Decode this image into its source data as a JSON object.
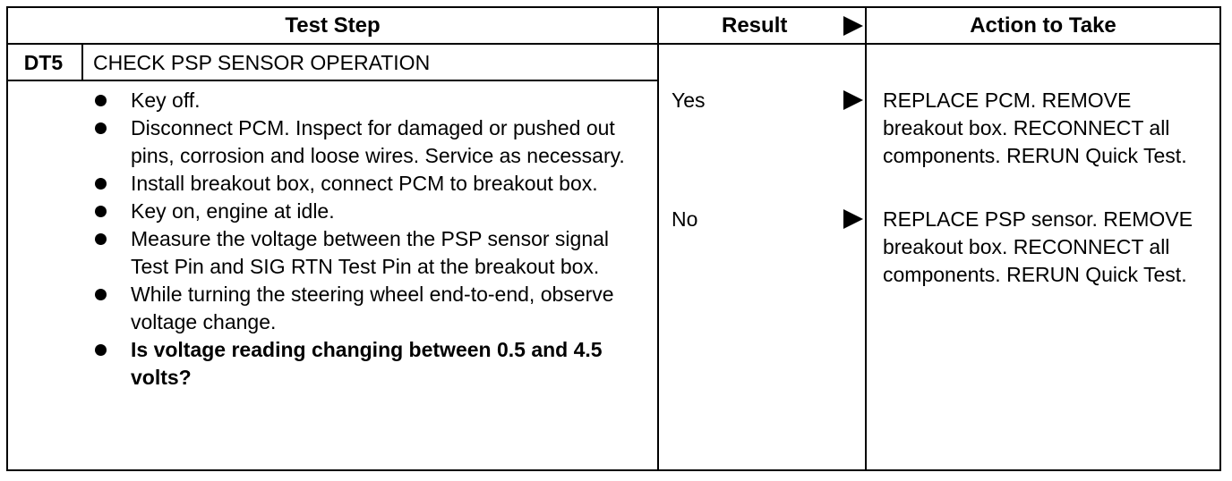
{
  "header": {
    "test_step": "Test Step",
    "result": "Result",
    "action": "Action to Take"
  },
  "step": {
    "id": "DT5",
    "title": "CHECK PSP SENSOR OPERATION",
    "bullets": [
      {
        "text": "Key off.",
        "bold": false
      },
      {
        "text": "Disconnect PCM. Inspect for damaged or pushed out pins, corrosion and loose wires. Service as necessary.",
        "bold": false
      },
      {
        "text": "Install breakout box, connect PCM to breakout box.",
        "bold": false
      },
      {
        "text": "Key on, engine at idle.",
        "bold": false
      },
      {
        "text": "Measure the voltage between the PSP sensor signal Test Pin and SIG RTN Test Pin at the breakout box.",
        "bold": false
      },
      {
        "text": "While turning the steering wheel end-to-end, observe voltage change.",
        "bold": false
      },
      {
        "text": "Is voltage reading changing between 0.5 and 4.5 volts?",
        "bold": true
      }
    ]
  },
  "results": [
    {
      "result": "Yes",
      "action": "REPLACE PCM. REMOVE breakout box. RECONNECT all components. RERUN Quick Test."
    },
    {
      "result": "No",
      "action": "REPLACE PSP sensor. REMOVE breakout box. RECONNECT all components. RERUN Quick Test."
    }
  ]
}
